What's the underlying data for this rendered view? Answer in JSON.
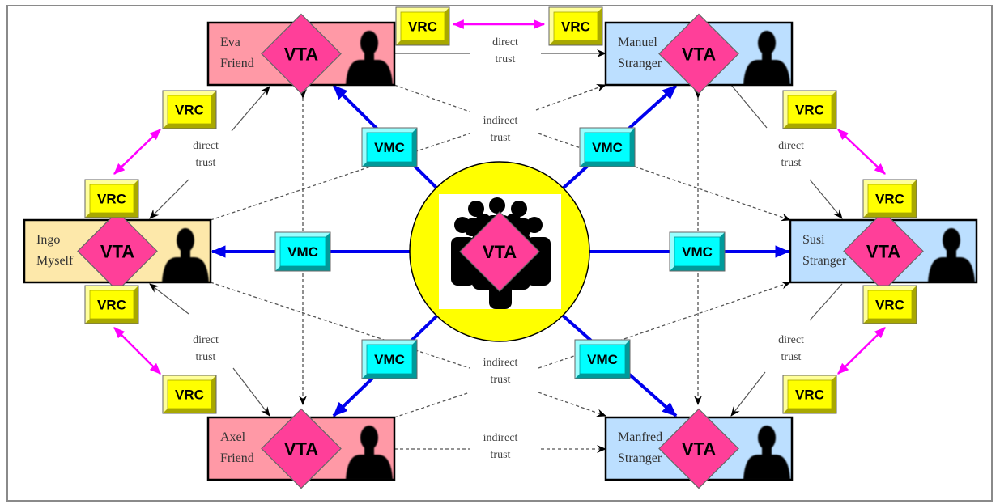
{
  "diagram": {
    "colors": {
      "friend_fill": "#ff99a6",
      "self_fill": "#fde8aa",
      "stranger_fill": "#bcdfff",
      "vta_fill": "#ff3f99",
      "vrc_fill": "#ffff00",
      "vmc_fill": "#00ffff",
      "vmc_edge": "#0000ee",
      "vrc_edge": "#ff00ff",
      "community_fill": "#ffff00"
    },
    "community": {
      "label": "VTA",
      "icon": "group-of-people-icon"
    },
    "people": [
      {
        "id": "eva",
        "first": "Eva",
        "last": "Friend",
        "role": "friend",
        "vta": "VTA"
      },
      {
        "id": "manuel",
        "first": "Manuel",
        "last": "Stranger",
        "role": "stranger",
        "vta": "VTA"
      },
      {
        "id": "ingo",
        "first": "Ingo",
        "last": "Myself",
        "role": "self",
        "vta": "VTA"
      },
      {
        "id": "susi",
        "first": "Susi",
        "last": "Stranger",
        "role": "stranger",
        "vta": "VTA"
      },
      {
        "id": "axel",
        "first": "Axel",
        "last": "Friend",
        "role": "friend",
        "vta": "VTA"
      },
      {
        "id": "manfred",
        "first": "Manfred",
        "last": "Stranger",
        "role": "stranger",
        "vta": "VTA"
      }
    ],
    "vmc_label": "VMC",
    "vrc_label": "VRC",
    "trust_labels": {
      "direct": [
        "direct",
        "trust"
      ],
      "indirect": [
        "indirect",
        "trust"
      ]
    },
    "edges": {
      "vmc": [
        {
          "from": "community",
          "to": "eva"
        },
        {
          "from": "community",
          "to": "manuel"
        },
        {
          "from": "community",
          "to": "ingo"
        },
        {
          "from": "community",
          "to": "susi"
        },
        {
          "from": "community",
          "to": "axel"
        },
        {
          "from": "community",
          "to": "manfred"
        }
      ],
      "vrc": [
        {
          "from": "eva",
          "to": "manuel"
        },
        {
          "from": "eva",
          "to": "ingo"
        },
        {
          "from": "ingo",
          "to": "axel"
        },
        {
          "from": "manuel",
          "to": "susi"
        },
        {
          "from": "susi",
          "to": "manfred"
        }
      ],
      "direct_trust": [
        {
          "from": "eva",
          "to": "manuel"
        },
        {
          "from": "ingo",
          "to": "eva"
        },
        {
          "from": "eva",
          "to": "ingo"
        },
        {
          "from": "ingo",
          "to": "axel"
        },
        {
          "from": "axel",
          "to": "ingo"
        },
        {
          "from": "manuel",
          "to": "susi"
        },
        {
          "from": "manfred",
          "to": "susi"
        },
        {
          "from": "susi",
          "to": "manfred"
        }
      ],
      "indirect_trust": [
        {
          "from": "ingo",
          "to": "manuel"
        },
        {
          "from": "eva",
          "to": "susi"
        },
        {
          "from": "ingo",
          "to": "manfred"
        },
        {
          "from": "axel",
          "to": "susi"
        },
        {
          "from": "axel",
          "to": "manfred"
        },
        {
          "from": "eva",
          "to": "axel"
        },
        {
          "from": "manuel",
          "to": "manfred"
        }
      ]
    }
  }
}
